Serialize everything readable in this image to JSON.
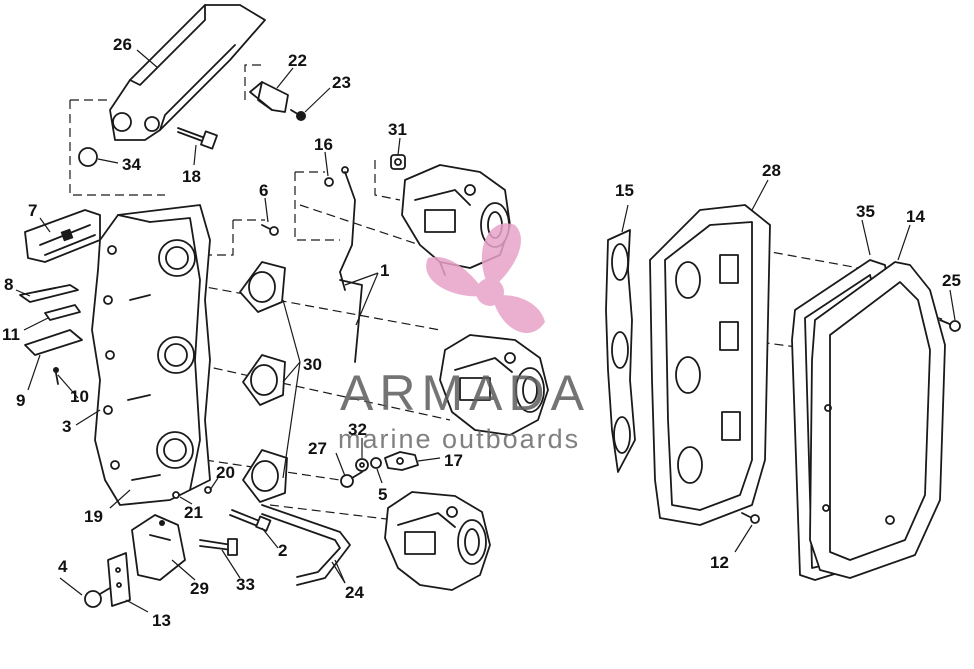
{
  "diagram": {
    "callouts": [
      "1",
      "2",
      "3",
      "4",
      "5",
      "6",
      "7",
      "8",
      "9",
      "10",
      "11",
      "12",
      "13",
      "14",
      "15",
      "16",
      "17",
      "18",
      "19",
      "20",
      "21",
      "22",
      "23",
      "24",
      "25",
      "26",
      "27",
      "28",
      "29",
      "30",
      "31",
      "32",
      "33",
      "34",
      "35"
    ]
  },
  "watermark": {
    "brand": "ARMADA",
    "tagline": "marine outboards",
    "logo_icon": "propeller-logo-icon",
    "logo_color": "#e8a3c8",
    "text_color": "#5c5c5c"
  }
}
